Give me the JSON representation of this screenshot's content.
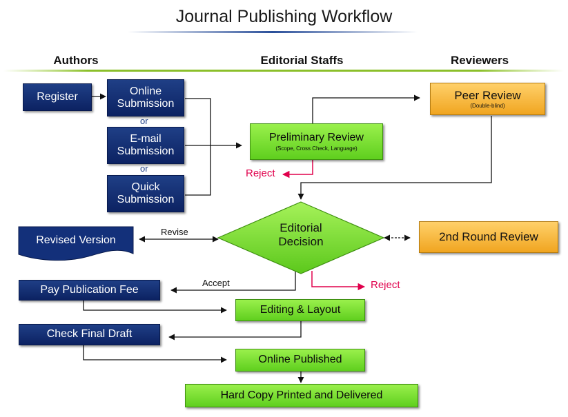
{
  "title": "Journal Publishing Workflow",
  "columns": {
    "authors": "Authors",
    "editorial": "Editorial Staffs",
    "reviewers": "Reviewers"
  },
  "nodes": {
    "register": "Register",
    "online_submission": [
      "Online",
      "Submission"
    ],
    "email_submission": [
      "E-mail",
      "Submission"
    ],
    "quick_submission": [
      "Quick",
      "Submission"
    ],
    "or1": "or",
    "or2": "or",
    "preliminary_review": "Preliminary Review",
    "preliminary_review_sub": "(Scope, Cross Check, Language)",
    "peer_review": "Peer Review",
    "peer_review_sub": "(Double-blind)",
    "editorial_decision": [
      "Editorial",
      "Decision"
    ],
    "second_round_review": "2nd Round Review",
    "revised_version": "Revised Version",
    "pay_fee": "Pay Publication Fee",
    "editing_layout": "Editing & Layout",
    "check_final_draft": "Check Final Draft",
    "online_published": "Online Published",
    "hard_copy": "Hard Copy Printed and Delivered"
  },
  "edge_labels": {
    "reject1": "Reject",
    "reject2": "Reject",
    "revise": "Revise",
    "accept": "Accept"
  },
  "colors": {
    "blue": "#0c2262",
    "green": "#6ad62a",
    "orange": "#f5b335",
    "reject": "#e0004c"
  }
}
